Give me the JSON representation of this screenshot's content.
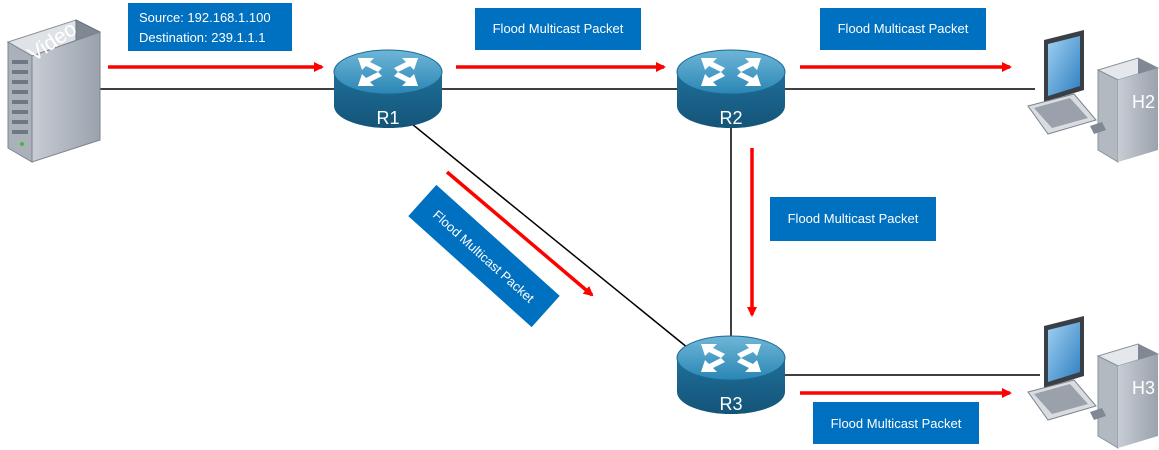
{
  "source_box": {
    "line1": "Source: 192.168.1.100",
    "line2": "Destination: 239.1.1.1"
  },
  "server": {
    "label": "Video"
  },
  "routers": [
    {
      "label": "R1"
    },
    {
      "label": "R2"
    },
    {
      "label": "R3"
    }
  ],
  "hosts": [
    {
      "label": "H2"
    },
    {
      "label": "H3"
    }
  ],
  "flood_boxes": [
    {
      "text": "Flood Multicast Packet"
    },
    {
      "text": "Flood Multicast Packet"
    },
    {
      "text": "Flood Multicast Packet"
    },
    {
      "text": "Flood Multicast Packet"
    },
    {
      "text": "Flood Multicast Packet"
    }
  ],
  "colors": {
    "arrow": "#ff0000",
    "box_fill": "#0070c0",
    "router_fill": "#1f7aa8",
    "line": "#000000"
  }
}
